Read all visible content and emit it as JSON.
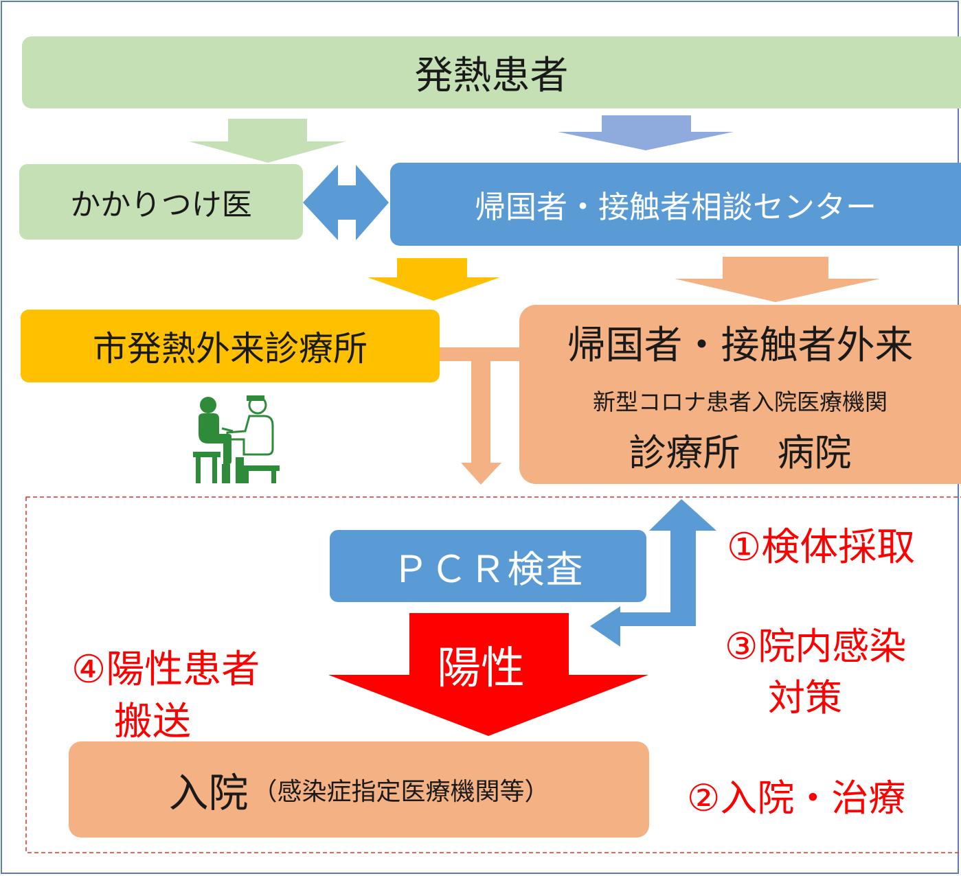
{
  "nodes": {
    "fever_patient": "発熱患者",
    "family_doctor": "かかりつけ医",
    "consult_center": "帰国者・接触者相談センター",
    "city_fever_clinic": "市発熱外来診療所",
    "returnee_outpatient": {
      "title": "帰国者・接触者外来",
      "subtitle": "新型コロナ患者入院医療機関",
      "bottom": "診療所　病院"
    },
    "pcr": "ＰＣＲ検査",
    "positive": "陽性",
    "admission": {
      "main": "入院",
      "note": "（感染症指定医療機関等）"
    }
  },
  "annotations": {
    "step1": "①検体採取",
    "step2": "②入院・治療",
    "step3_line1": "③院内感染",
    "step3_line2": "対策",
    "step4_line1": "④陽性患者",
    "step4_line2": "搬送"
  },
  "icons": {
    "exam": "doctor-examining-patient-icon"
  },
  "colors": {
    "green_box": "#c5e0b4",
    "blue_box": "#5b9bd5",
    "yellow_box": "#ffc000",
    "salmon_box": "#f4b183",
    "red_arrow": "#ff0000",
    "annotation_red": "#ff0000",
    "icon_green": "#2e8b3a"
  }
}
